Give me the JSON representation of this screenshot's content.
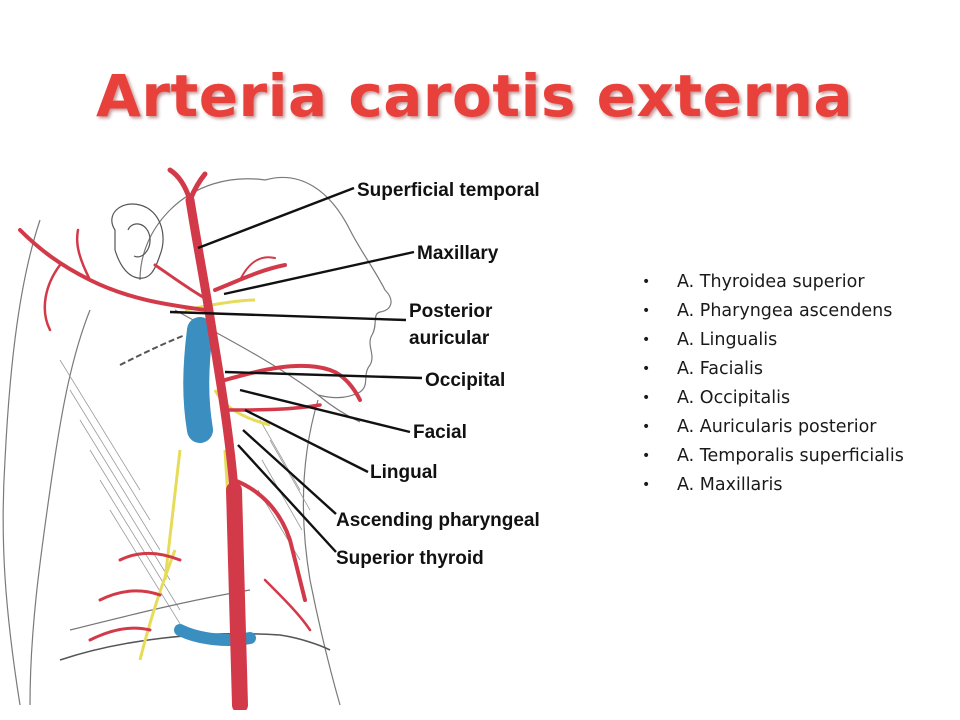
{
  "slide": {
    "title": "Arteria carotis externa"
  },
  "figure": {
    "labels": {
      "superficial_temporal": "Superficial temporal",
      "maxillary": "Maxillary",
      "posterior_auricular_line1": "Posterior",
      "posterior_auricular_line2": "auricular",
      "occipital": "Occipital",
      "facial": "Facial",
      "lingual": "Lingual",
      "ascending_pharyngeal": "Ascending pharyngeal",
      "superior_thyroid": "Superior thyroid"
    },
    "colors": {
      "artery": "#d23a4a",
      "vein": "#3a8fc0",
      "nerve": "#e6dc5a",
      "muscle_line": "#6a6a6a"
    }
  },
  "bullets": {
    "marker": "•",
    "items": [
      "A. Thyroidea superior",
      "A. Pharyngea ascendens",
      "A. Lingualis",
      "A. Facialis",
      "A. Occipitalis",
      "A. Auricularis posterior",
      "A. Temporalis superficialis",
      "A. Maxillaris"
    ]
  }
}
